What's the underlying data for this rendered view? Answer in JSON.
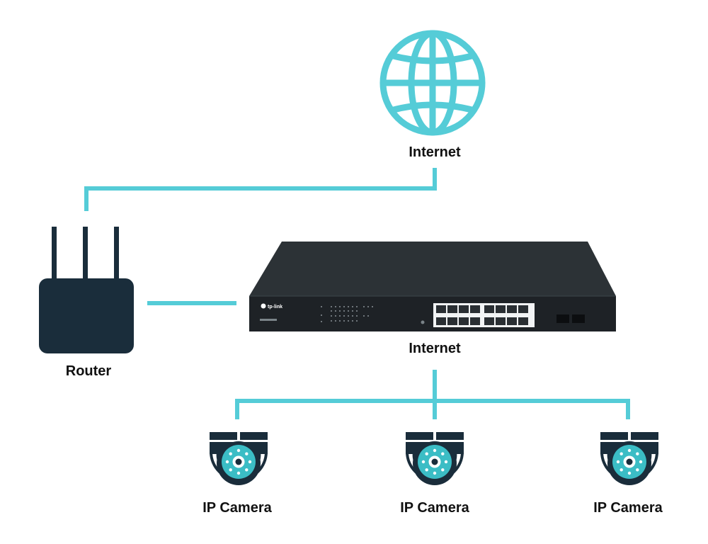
{
  "diagram": {
    "colors": {
      "link": "#55ccd7",
      "device": "#1a2d3b",
      "switch_body": "#22272b",
      "lens": "#3bbdc5",
      "label": "#111111"
    },
    "nodes": {
      "internet": {
        "label": "Internet",
        "icon": "globe-icon"
      },
      "router": {
        "label": "Router",
        "icon": "router-icon"
      },
      "switch": {
        "label": "Internet",
        "icon": "network-switch-icon",
        "brand": "tp-link"
      },
      "cameras": [
        {
          "label": "IP Camera",
          "icon": "ip-camera-icon"
        },
        {
          "label": "IP Camera",
          "icon": "ip-camera-icon"
        },
        {
          "label": "IP Camera",
          "icon": "ip-camera-icon"
        }
      ]
    }
  }
}
